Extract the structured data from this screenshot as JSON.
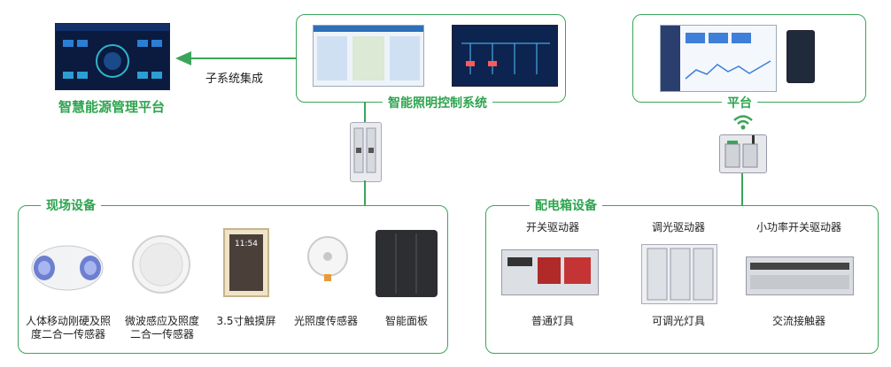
{
  "labels": {
    "energy_platform": "智慧能源管理平台",
    "subsystem_integration": "子系统集成",
    "lighting_system": "智能照明控制系统",
    "platform": "平台",
    "field_devices": "现场设备",
    "distribution_devices": "配电箱设备"
  },
  "field_devices": [
    {
      "line1": "人体移动刚硬及照",
      "line2": "度二合一传感器"
    },
    {
      "line1": "微波感应及照度",
      "line2": "二合一传感器"
    },
    {
      "line1": "3.5寸触摸屏",
      "line2": ""
    },
    {
      "line1": "光照度传感器",
      "line2": ""
    },
    {
      "line1": "智能面板",
      "line2": ""
    }
  ],
  "distribution": {
    "top": [
      "开关驱动器",
      "调光驱动器",
      "小功率开关驱动器"
    ],
    "bottom": [
      "普通灯具",
      "可调光灯具",
      "交流接触器"
    ]
  },
  "panel_time": "11:54",
  "colors": {
    "accent": "#3aa55a",
    "label": "#2ea44f"
  }
}
